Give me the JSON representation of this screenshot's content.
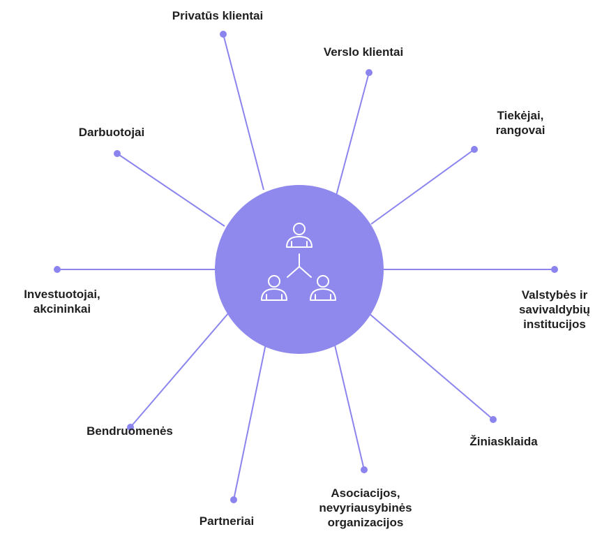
{
  "stakeholders": [
    {
      "label": "Privatūs klientai"
    },
    {
      "label": "Verslo klientai"
    },
    {
      "label": "Tiekėjai,\nrangovai"
    },
    {
      "label": "Valstybės ir\nsavivaldybių\ninstitucijos"
    },
    {
      "label": "Žiniasklaida"
    },
    {
      "label": "Asociacijos,\nnevyriausybinės\norganizacijos"
    },
    {
      "label": "Partneriai"
    },
    {
      "label": "Bendruomenės"
    },
    {
      "label": "Investuotojai,\nakcininkai"
    },
    {
      "label": "Darbuotojai"
    }
  ],
  "hub": {
    "icon": "people-network-icon"
  },
  "colors": {
    "accent": "#8f89ee",
    "line": "#8b84ee",
    "text": "#1f1f1f"
  }
}
